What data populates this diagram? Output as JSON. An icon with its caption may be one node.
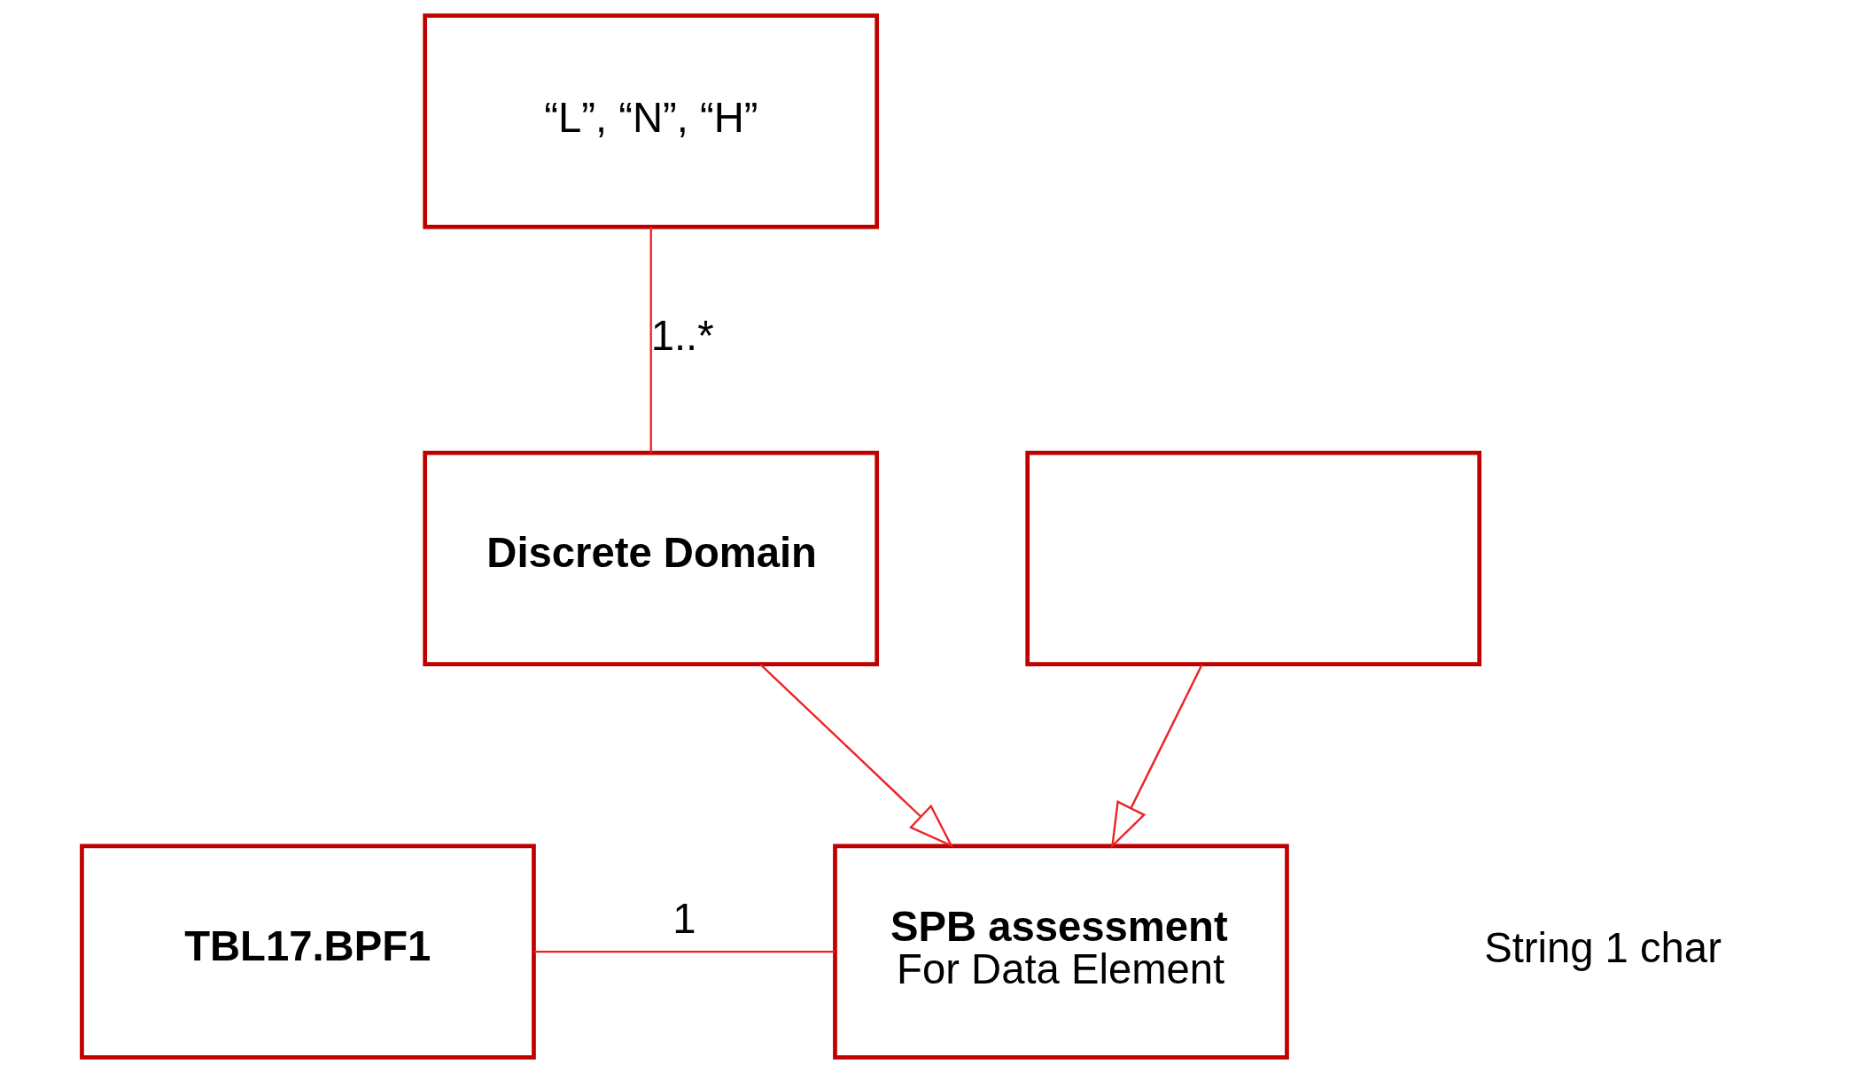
{
  "diagram": {
    "nodes": [
      {
        "text": [
          "“L”, “N”, “H”"
        ]
      },
      {
        "text": [],
        "shape": "box"
      },
      {
        "text": [
          "Discrete Domain"
        ]
      },
      {
        "text": [
          "TBL17.BPF1"
        ]
      },
      {
        "text": [
          "SPB assessment",
          "For Data Element"
        ]
      }
    ],
    "labels": [
      "String 1 char"
    ],
    "edges": [
      {
        "from": 2,
        "to": 0,
        "arrow": "none",
        "label": "1..*"
      },
      {
        "from": 1,
        "to": 4,
        "arrow": "to"
      },
      {
        "from": 2,
        "to": 4,
        "arrow": "to"
      },
      {
        "from": 3,
        "to": 4,
        "arrow": "none",
        "label": "1"
      }
    ]
  }
}
